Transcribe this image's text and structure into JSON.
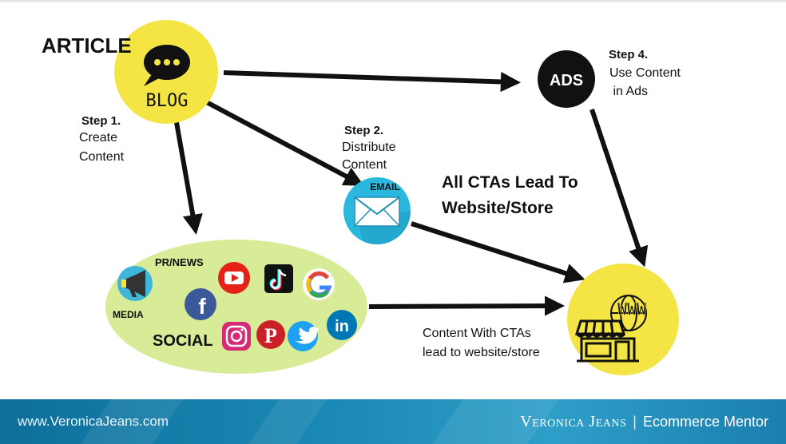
{
  "nodes": {
    "article": "ARTICLE",
    "blog": "BLOG",
    "ads": "ADS",
    "email": "EMAIL",
    "pr_news": "PR/NEWS",
    "media": "MEDIA",
    "social": "SOCIAL",
    "website": "WWW"
  },
  "steps": {
    "step1_title": "Step 1.",
    "step1_line1": "Create",
    "step1_line2": "Content",
    "step2_title": "Step 2.",
    "step2_line1": "Distribute",
    "step2_line2": "Content",
    "step4_title": "Step 4.",
    "step4_line1": "Use Content",
    "step4_line2": " in Ads"
  },
  "headline": {
    "line1": "All CTAs Lead To",
    "line2": "Website/Store"
  },
  "cta_note": {
    "line1": "Content With CTAs",
    "line2": "lead to website/store"
  },
  "footer": {
    "url": "www.VeronicaJeans.com",
    "brand": "Veronica Jeans",
    "separator": "|",
    "tagline": "Ecommerce Mentor"
  },
  "icons": [
    "chat-bubble-icon",
    "megaphone-icon",
    "youtube-icon",
    "tiktok-icon",
    "google-icon",
    "facebook-icon",
    "instagram-icon",
    "pinterest-icon",
    "twitter-icon",
    "linkedin-icon",
    "envelope-icon",
    "storefront-icon",
    "globe-icon"
  ],
  "colors": {
    "yellow": "#f4e544",
    "social_green": "#d8eb96",
    "email_blue": "#2bb8df",
    "ads_black": "#111111",
    "footer_blue": "#1c8bb7"
  }
}
